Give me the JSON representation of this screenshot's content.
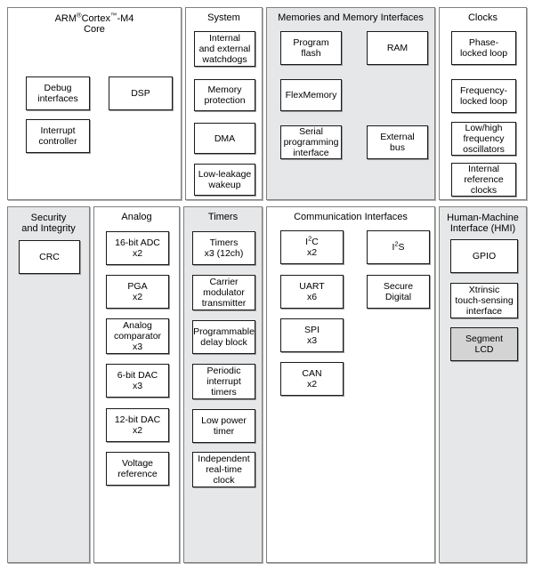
{
  "diagram": {
    "title": "ARM Cortex-M4 MCU block diagram",
    "colors": {
      "panel_shaded": "#e6e7e8",
      "panel_plain": "#ffffff",
      "block_fill": "#ffffff",
      "block_highlight": "#d4d4d4",
      "panel_border": "#808080",
      "block_border": "#1a1a1a"
    }
  },
  "panels": [
    {
      "id": "core",
      "title": "ARM®Cortex™-M4\nCore",
      "title_plain": "ARM Cortex-M4 Core",
      "shaded": false,
      "blocks": [
        {
          "label": "Debug\ninterfaces",
          "highlight": false
        },
        {
          "label": "DSP",
          "highlight": false
        },
        {
          "label": "Interrupt\ncontroller",
          "highlight": false
        }
      ]
    },
    {
      "id": "system",
      "title": "System",
      "shaded": false,
      "blocks": [
        {
          "label": "Internal\nand external\nwatchdogs",
          "highlight": false
        },
        {
          "label": "Memory\nprotection",
          "highlight": false
        },
        {
          "label": "DMA",
          "highlight": false
        },
        {
          "label": "Low-leakage\nwakeup",
          "highlight": false
        }
      ]
    },
    {
      "id": "memories",
      "title": "Memories and Memory Interfaces",
      "shaded": true,
      "blocks": [
        {
          "label": "Program\nflash",
          "highlight": false
        },
        {
          "label": "RAM",
          "highlight": false
        },
        {
          "label": "FlexMemory",
          "highlight": false
        },
        {
          "label": "Serial\nprogramming\ninterface",
          "highlight": false
        },
        {
          "label": "External\nbus",
          "highlight": false
        }
      ]
    },
    {
      "id": "clocks",
      "title": "Clocks",
      "shaded": false,
      "blocks": [
        {
          "label": "Phase-\nlocked loop",
          "highlight": false
        },
        {
          "label": "Frequency-\nlocked loop",
          "highlight": false
        },
        {
          "label": "Low/high\nfrequency\noscillators",
          "highlight": false
        },
        {
          "label": "Internal\nreference\nclocks",
          "highlight": false
        }
      ]
    },
    {
      "id": "security",
      "title": "Security\nand Integrity",
      "title_plain": "Security and Integrity",
      "shaded": true,
      "blocks": [
        {
          "label": "CRC",
          "highlight": false
        }
      ]
    },
    {
      "id": "analog",
      "title": "Analog",
      "shaded": false,
      "blocks": [
        {
          "label": "16-bit ADC\nx2",
          "highlight": false
        },
        {
          "label": "PGA\nx2",
          "highlight": false
        },
        {
          "label": "Analog\ncomparator\nx3",
          "highlight": false
        },
        {
          "label": "6-bit DAC\nx3",
          "highlight": false
        },
        {
          "label": "12-bit DAC\nx2",
          "highlight": false
        },
        {
          "label": "Voltage\nreference",
          "highlight": false
        }
      ]
    },
    {
      "id": "timers",
      "title": "Timers",
      "shaded": true,
      "blocks": [
        {
          "label": "Timers\nx3 (12ch)",
          "highlight": false
        },
        {
          "label": "Carrier\nmodulator\ntransmitter",
          "highlight": false
        },
        {
          "label": "Programmable\ndelay block",
          "highlight": false
        },
        {
          "label": "Periodic\ninterrupt\ntimers",
          "highlight": false
        },
        {
          "label": "Low power\ntimer",
          "highlight": false
        },
        {
          "label": "Independent\nreal-time\nclock",
          "highlight": false
        }
      ]
    },
    {
      "id": "communication",
      "title": "Communication Interfaces",
      "shaded": false,
      "blocks": [
        {
          "label": "I2C\nx2",
          "label_html": "I<sup>2</sup>C<br>x2",
          "highlight": false
        },
        {
          "label": "I2S",
          "label_html": "I<sup>2</sup>S",
          "highlight": false
        },
        {
          "label": "UART\nx6",
          "highlight": false
        },
        {
          "label": "Secure\nDigital",
          "highlight": false
        },
        {
          "label": "SPI\nx3",
          "highlight": false
        },
        {
          "label": "CAN\nx2",
          "highlight": false
        }
      ]
    },
    {
      "id": "hmi",
      "title": "Human-Machine\nInterface (HMI)",
      "title_plain": "Human-Machine Interface (HMI)",
      "shaded": true,
      "blocks": [
        {
          "label": "GPIO",
          "highlight": false
        },
        {
          "label": "Xtrinsic\ntouch-sensing\ninterface",
          "highlight": false
        },
        {
          "label": "Segment\nLCD",
          "highlight": true
        }
      ]
    }
  ]
}
